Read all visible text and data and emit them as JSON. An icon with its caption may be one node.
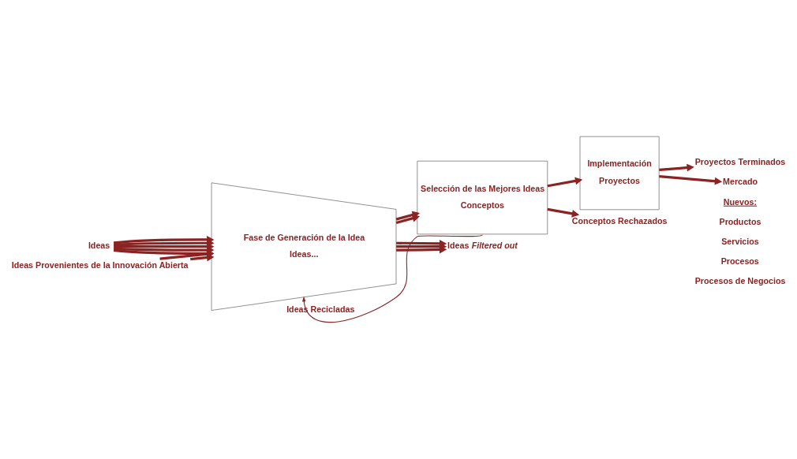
{
  "diagram": {
    "nodes": [
      {
        "text": [
          "Fase de Generación de la Idea",
          "Ideas..."
        ]
      },
      {
        "text": [
          "Selección de las Mejores Ideas",
          "Conceptos"
        ]
      },
      {
        "text": [
          "Implementación",
          "Proyectos"
        ]
      },
      {
        "text": [
          "Ideas"
        ]
      },
      {
        "text": [
          "Ideas *Filtered out*"
        ]
      },
      {
        "text": [
          "Conceptos Rechazados"
        ]
      },
      {
        "text": [
          "Proyectos Terminados"
        ]
      },
      {
        "text": [
          "Mercado"
        ]
      },
      {
        "text": [
          "Ideas Provenientes de la Innovación Abierta"
        ]
      }
    ],
    "edges": [
      {
        "from": 3,
        "to": 0,
        "arrow": "to"
      },
      {
        "from": 3,
        "to": 0,
        "arrow": "to"
      },
      {
        "from": 3,
        "to": 0,
        "arrow": "to"
      },
      {
        "from": 3,
        "to": 0,
        "arrow": "to"
      },
      {
        "from": 3,
        "to": 0,
        "arrow": "to"
      },
      {
        "from": 0,
        "to": 4,
        "arrow": "to"
      },
      {
        "from": 0,
        "to": 4,
        "arrow": "to"
      },
      {
        "from": 0,
        "to": 4,
        "arrow": "to"
      },
      {
        "from": 8,
        "to": 0,
        "arrow": "to"
      },
      {
        "from": 8,
        "to": 0,
        "arrow": "to"
      },
      {
        "from": 0,
        "to": 1,
        "arrow": "to"
      },
      {
        "from": 0,
        "to": 1,
        "arrow": "to"
      },
      {
        "from": 1,
        "to": 5,
        "arrow": "to"
      },
      {
        "from": 1,
        "to": 0,
        "arrow": "to",
        "label": "Ideas Recicladas"
      },
      {
        "from": 1,
        "to": 2,
        "arrow": "to"
      },
      {
        "from": 2,
        "to": 6,
        "arrow": "to"
      },
      {
        "from": 2,
        "to": 7,
        "arrow": "to"
      }
    ],
    "labels": [
      "Nuevos:",
      "Productos",
      "Servicios",
      "Procesos",
      "Procesos de Negocios"
    ]
  }
}
